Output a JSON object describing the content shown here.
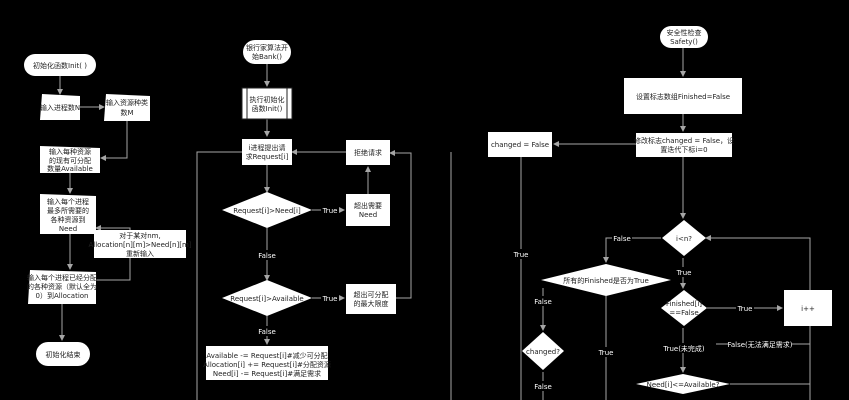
{
  "initialize": {
    "start": "初始化函数Init( )",
    "input_processes": "输入进程数N",
    "input_resource_types": [
      "输入资源种类",
      "数M"
    ],
    "input_available": [
      "输入每种资源",
      "的现有可分配",
      "数量Available"
    ],
    "input_need": [
      "输入每个进程",
      "最多所需要的",
      "各种资源到",
      "Need"
    ],
    "check_need_note": [
      "对于某对nm,",
      "Allocation[n][m]>Need[n][m]",
      "重新输入"
    ],
    "input_allocation": [
      "输入每个进程已经分配",
      "的各种资源（默认全为",
      "0）到Allocation"
    ],
    "end": "初始化结束"
  },
  "bank": {
    "start": [
      "银行家算法开",
      "始Bank()"
    ],
    "run_init": [
      "执行初始化",
      "函数Init()"
    ],
    "request": [
      "i进程提出请",
      "求Request[i]"
    ],
    "refuse": "拒绝请求",
    "cond_need": "Request[i]>Need[i]",
    "exceed_need": [
      "超出需要",
      "Need"
    ],
    "cond_available": "Request[i]>Available",
    "exceed_available": [
      "超出可分配",
      "的最大限度"
    ],
    "allocate": [
      "Available -= Request[i]#减少可分配",
      "Allocation[i] += Request[i]#分配资源",
      "Need[i] -= Request[i]#满足需求"
    ],
    "true": "True",
    "false": "False"
  },
  "safety": {
    "start": [
      "安全性检查",
      "Safety()"
    ],
    "set_finished": "设置标志数组Finished=False",
    "modify_changed": [
      "修改标志changed = False，设",
      "置迭代下标i=0"
    ],
    "changed_false": "changed = False",
    "cond_i_n": "i<n?",
    "cond_all_finished": "所有的Finished是否为True",
    "cond_finished_i": [
      "Finished[i]",
      "==False"
    ],
    "increment": "i++",
    "cond_changed": "changed?",
    "cond_need_avail": "Need[i]<=Available?",
    "true_incomplete": "True(未完成)",
    "false_need_unmet": "False(无法满足需求)",
    "true": "True",
    "false": "False"
  },
  "colors": {
    "background": "#000000",
    "box_fill": "#ffffff",
    "edge": "#a6a6a6",
    "text": "#222222"
  }
}
